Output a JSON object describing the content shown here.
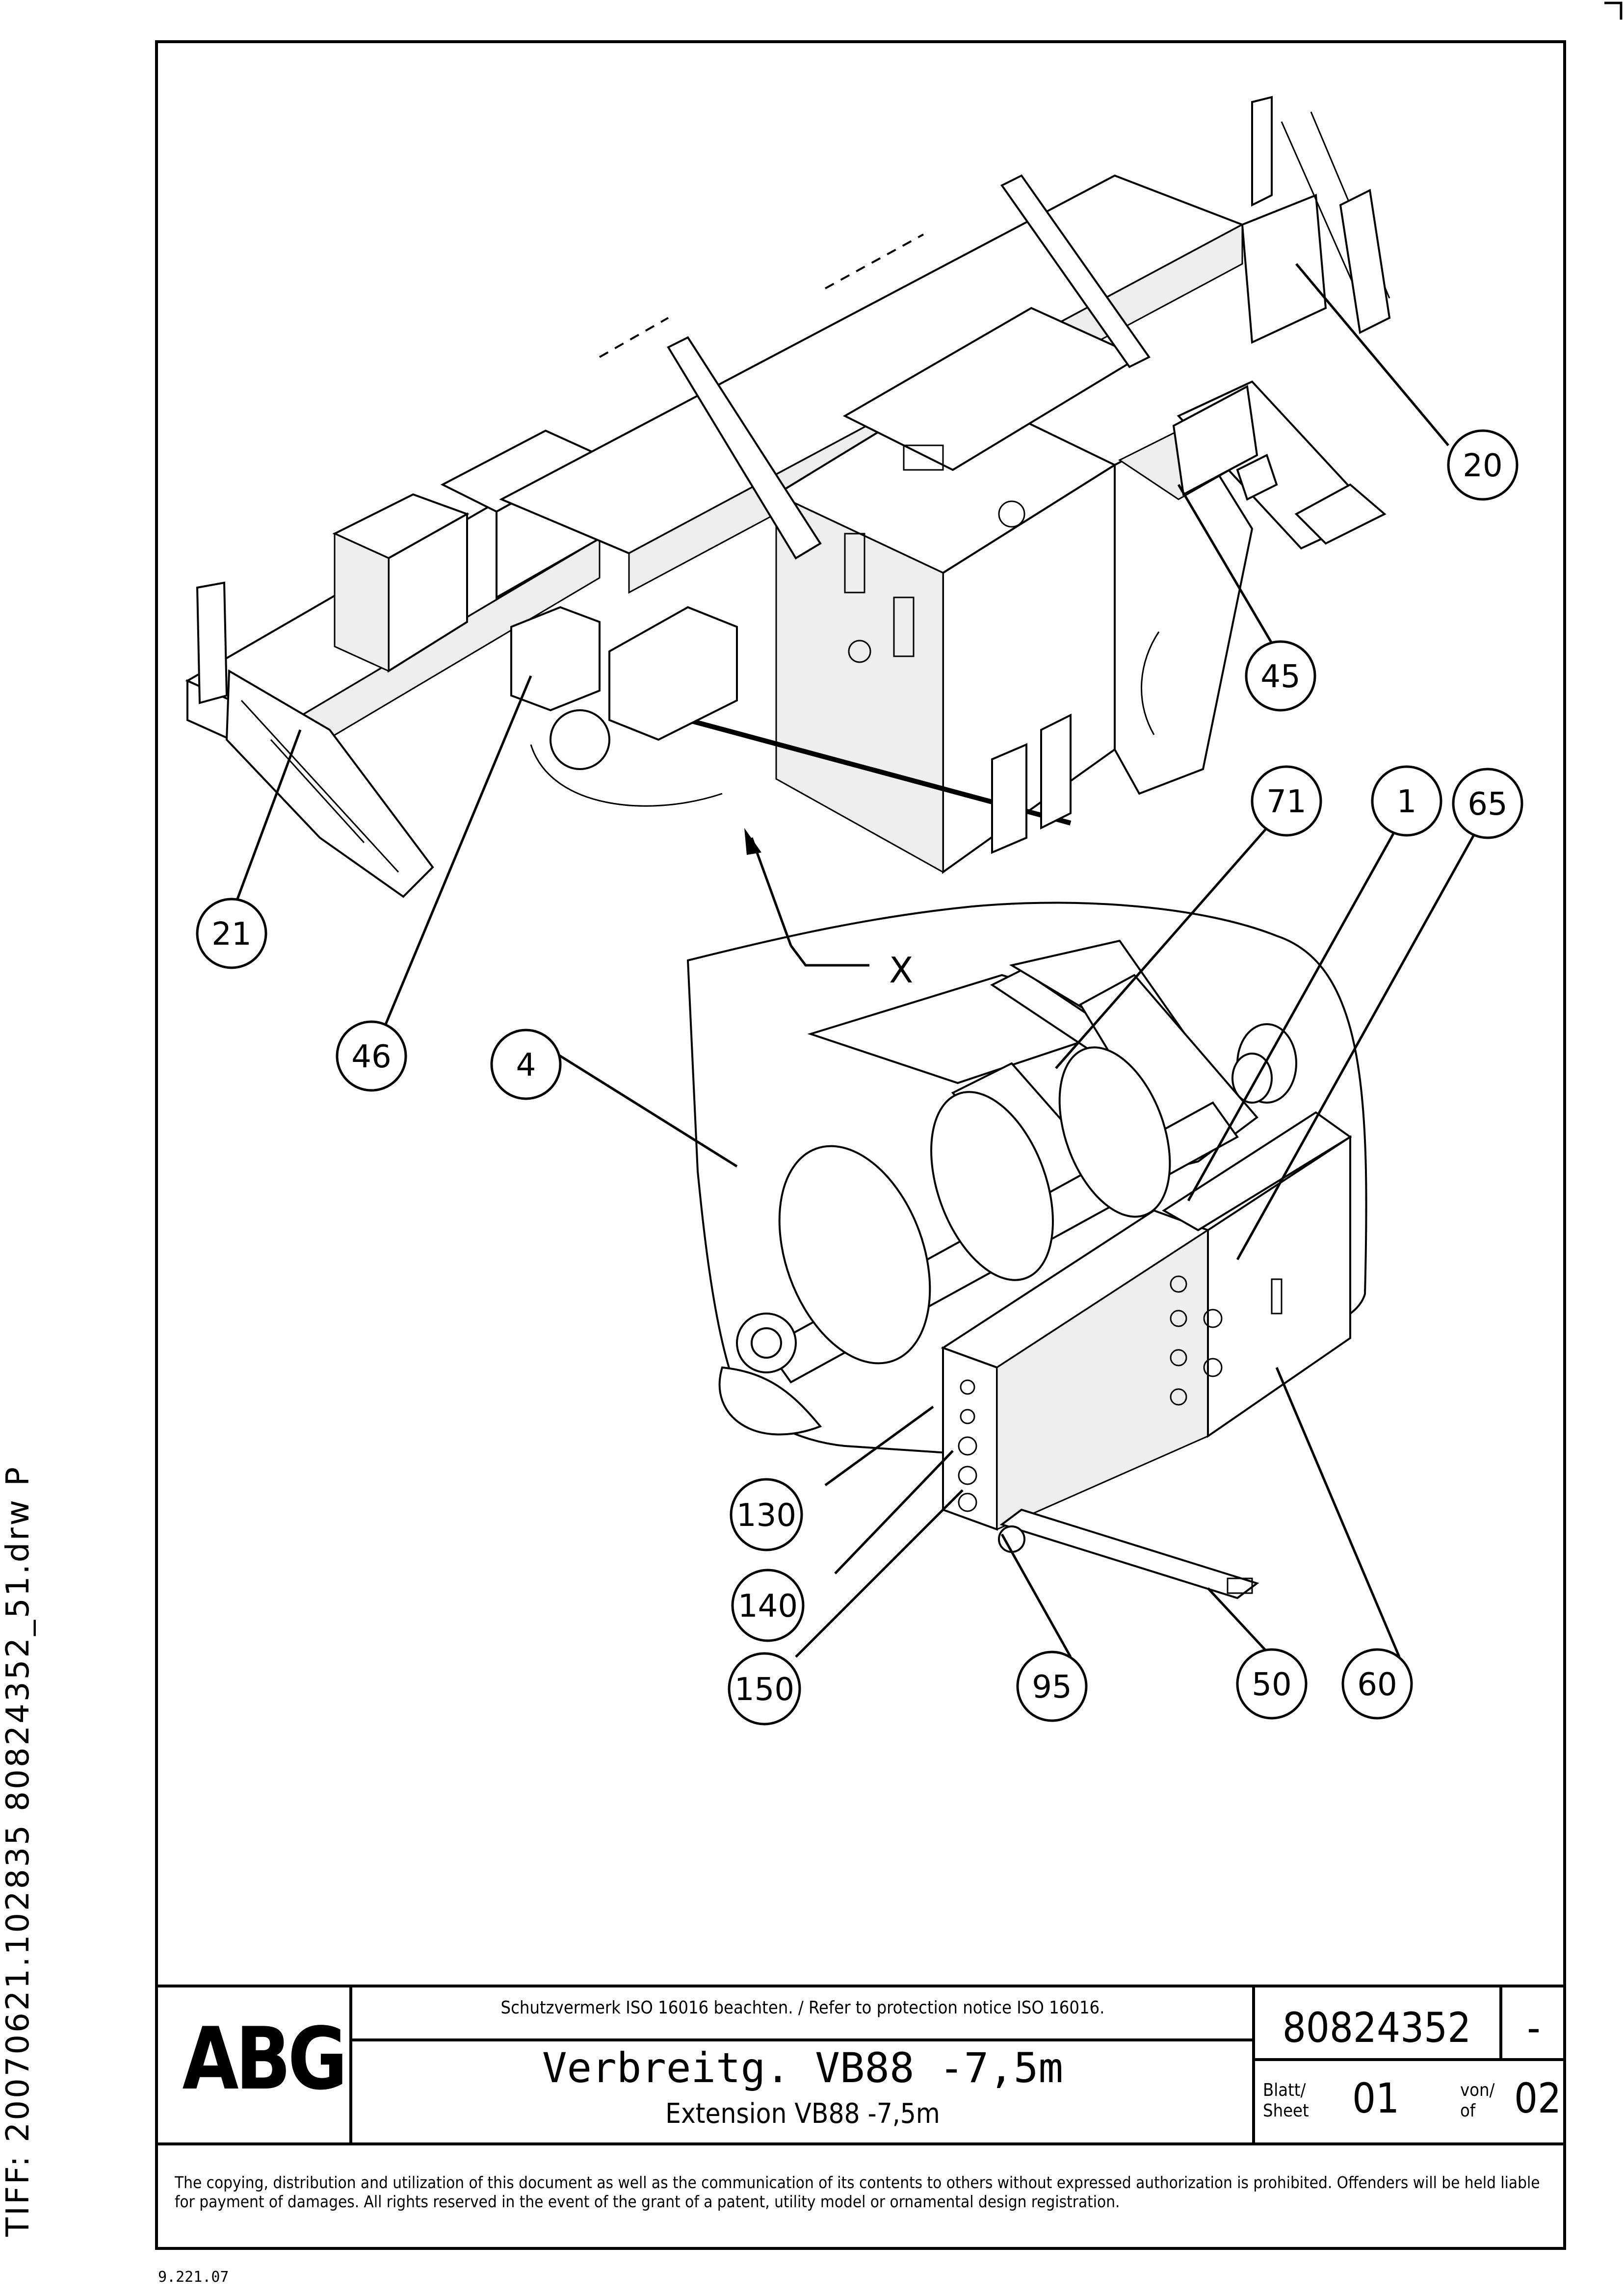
{
  "side_text": "TIFF:  20070621.102835  80824352_51.drw  P",
  "ref_code": "9.221.07",
  "drawing": {
    "callouts": [
      "20",
      "45",
      "21",
      "46",
      "4",
      "71",
      "1",
      "65",
      "130",
      "140",
      "150",
      "95",
      "50",
      "60"
    ],
    "detail_label": "X"
  },
  "title_block": {
    "logo": "ABG",
    "protection_notice": "Schutzvermerk ISO 16016 beachten. / Refer to protection notice ISO 16016.",
    "title_de": "Verbreitg. VB88 -7,5m",
    "title_en": "Extension VB88 -7,5m",
    "drawing_number": "80824352",
    "revision": "-",
    "sheet_label_de": "Blatt/",
    "sheet_label_en": "Sheet",
    "sheet": "01",
    "of_label_de": "von/",
    "of_label_en": "of",
    "total_sheets": "02",
    "legal_notice": "The copying, distribution and utilization of this document as well as the communication of its contents to others without expressed authorization is prohibited. Offenders will be held liable for payment of damages. All rights reserved in the event of the grant of a patent, utility model or ornamental design registration."
  }
}
